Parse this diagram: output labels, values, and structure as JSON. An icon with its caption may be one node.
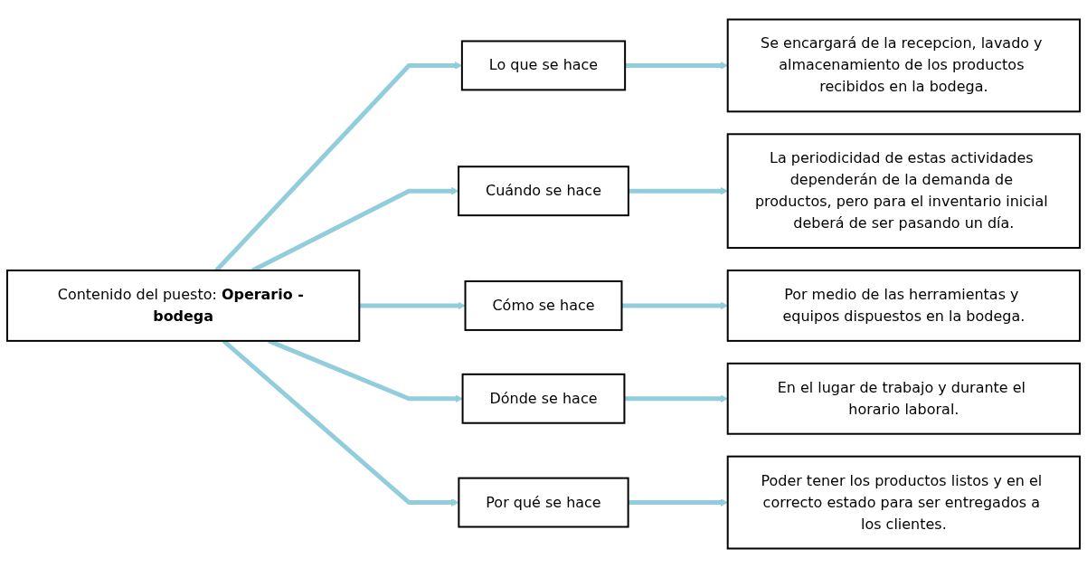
{
  "diagram": {
    "nodes": [
      {
        "text": [
          "Contenido del puesto: **Operario - bodega**"
        ]
      },
      {
        "text": [
          "Lo que se hace"
        ]
      },
      {
        "text": [
          "Cuándo se hace"
        ]
      },
      {
        "text": [
          "Cómo se hace"
        ]
      },
      {
        "text": [
          "Dónde se hace"
        ]
      },
      {
        "text": [
          "Por qué se hace"
        ]
      },
      {
        "text": [
          "Se encargará de la recepcion, lavado y almacenamiento de los productos recibidos en la bodega."
        ]
      },
      {
        "text": [
          "La periodicidad de estas actividades dependerán de la demanda de productos, pero para el inventario inicial deberá de ser pasando un día."
        ]
      },
      {
        "text": [
          "Por medio de las herramientas y equipos dispuestos en la bodega."
        ]
      },
      {
        "text": [
          "En el lugar de trabajo y durante el horario laboral."
        ]
      },
      {
        "text": [
          "Poder tener los productos listos y en el correcto estado para ser entregados a los clientes."
        ]
      }
    ],
    "edges": [
      {
        "from": 0,
        "to": 1,
        "arrow": "to"
      },
      {
        "from": 0,
        "to": 2,
        "arrow": "to"
      },
      {
        "from": 0,
        "to": 3,
        "arrow": "to"
      },
      {
        "from": 0,
        "to": 4,
        "arrow": "to"
      },
      {
        "from": 0,
        "to": 5,
        "arrow": "to"
      },
      {
        "from": 1,
        "to": 6,
        "arrow": "to"
      },
      {
        "from": 2,
        "to": 7,
        "arrow": "to"
      },
      {
        "from": 3,
        "to": 8,
        "arrow": "to"
      },
      {
        "from": 4,
        "to": 9,
        "arrow": "to"
      },
      {
        "from": 5,
        "to": 10,
        "arrow": "to"
      }
    ]
  }
}
